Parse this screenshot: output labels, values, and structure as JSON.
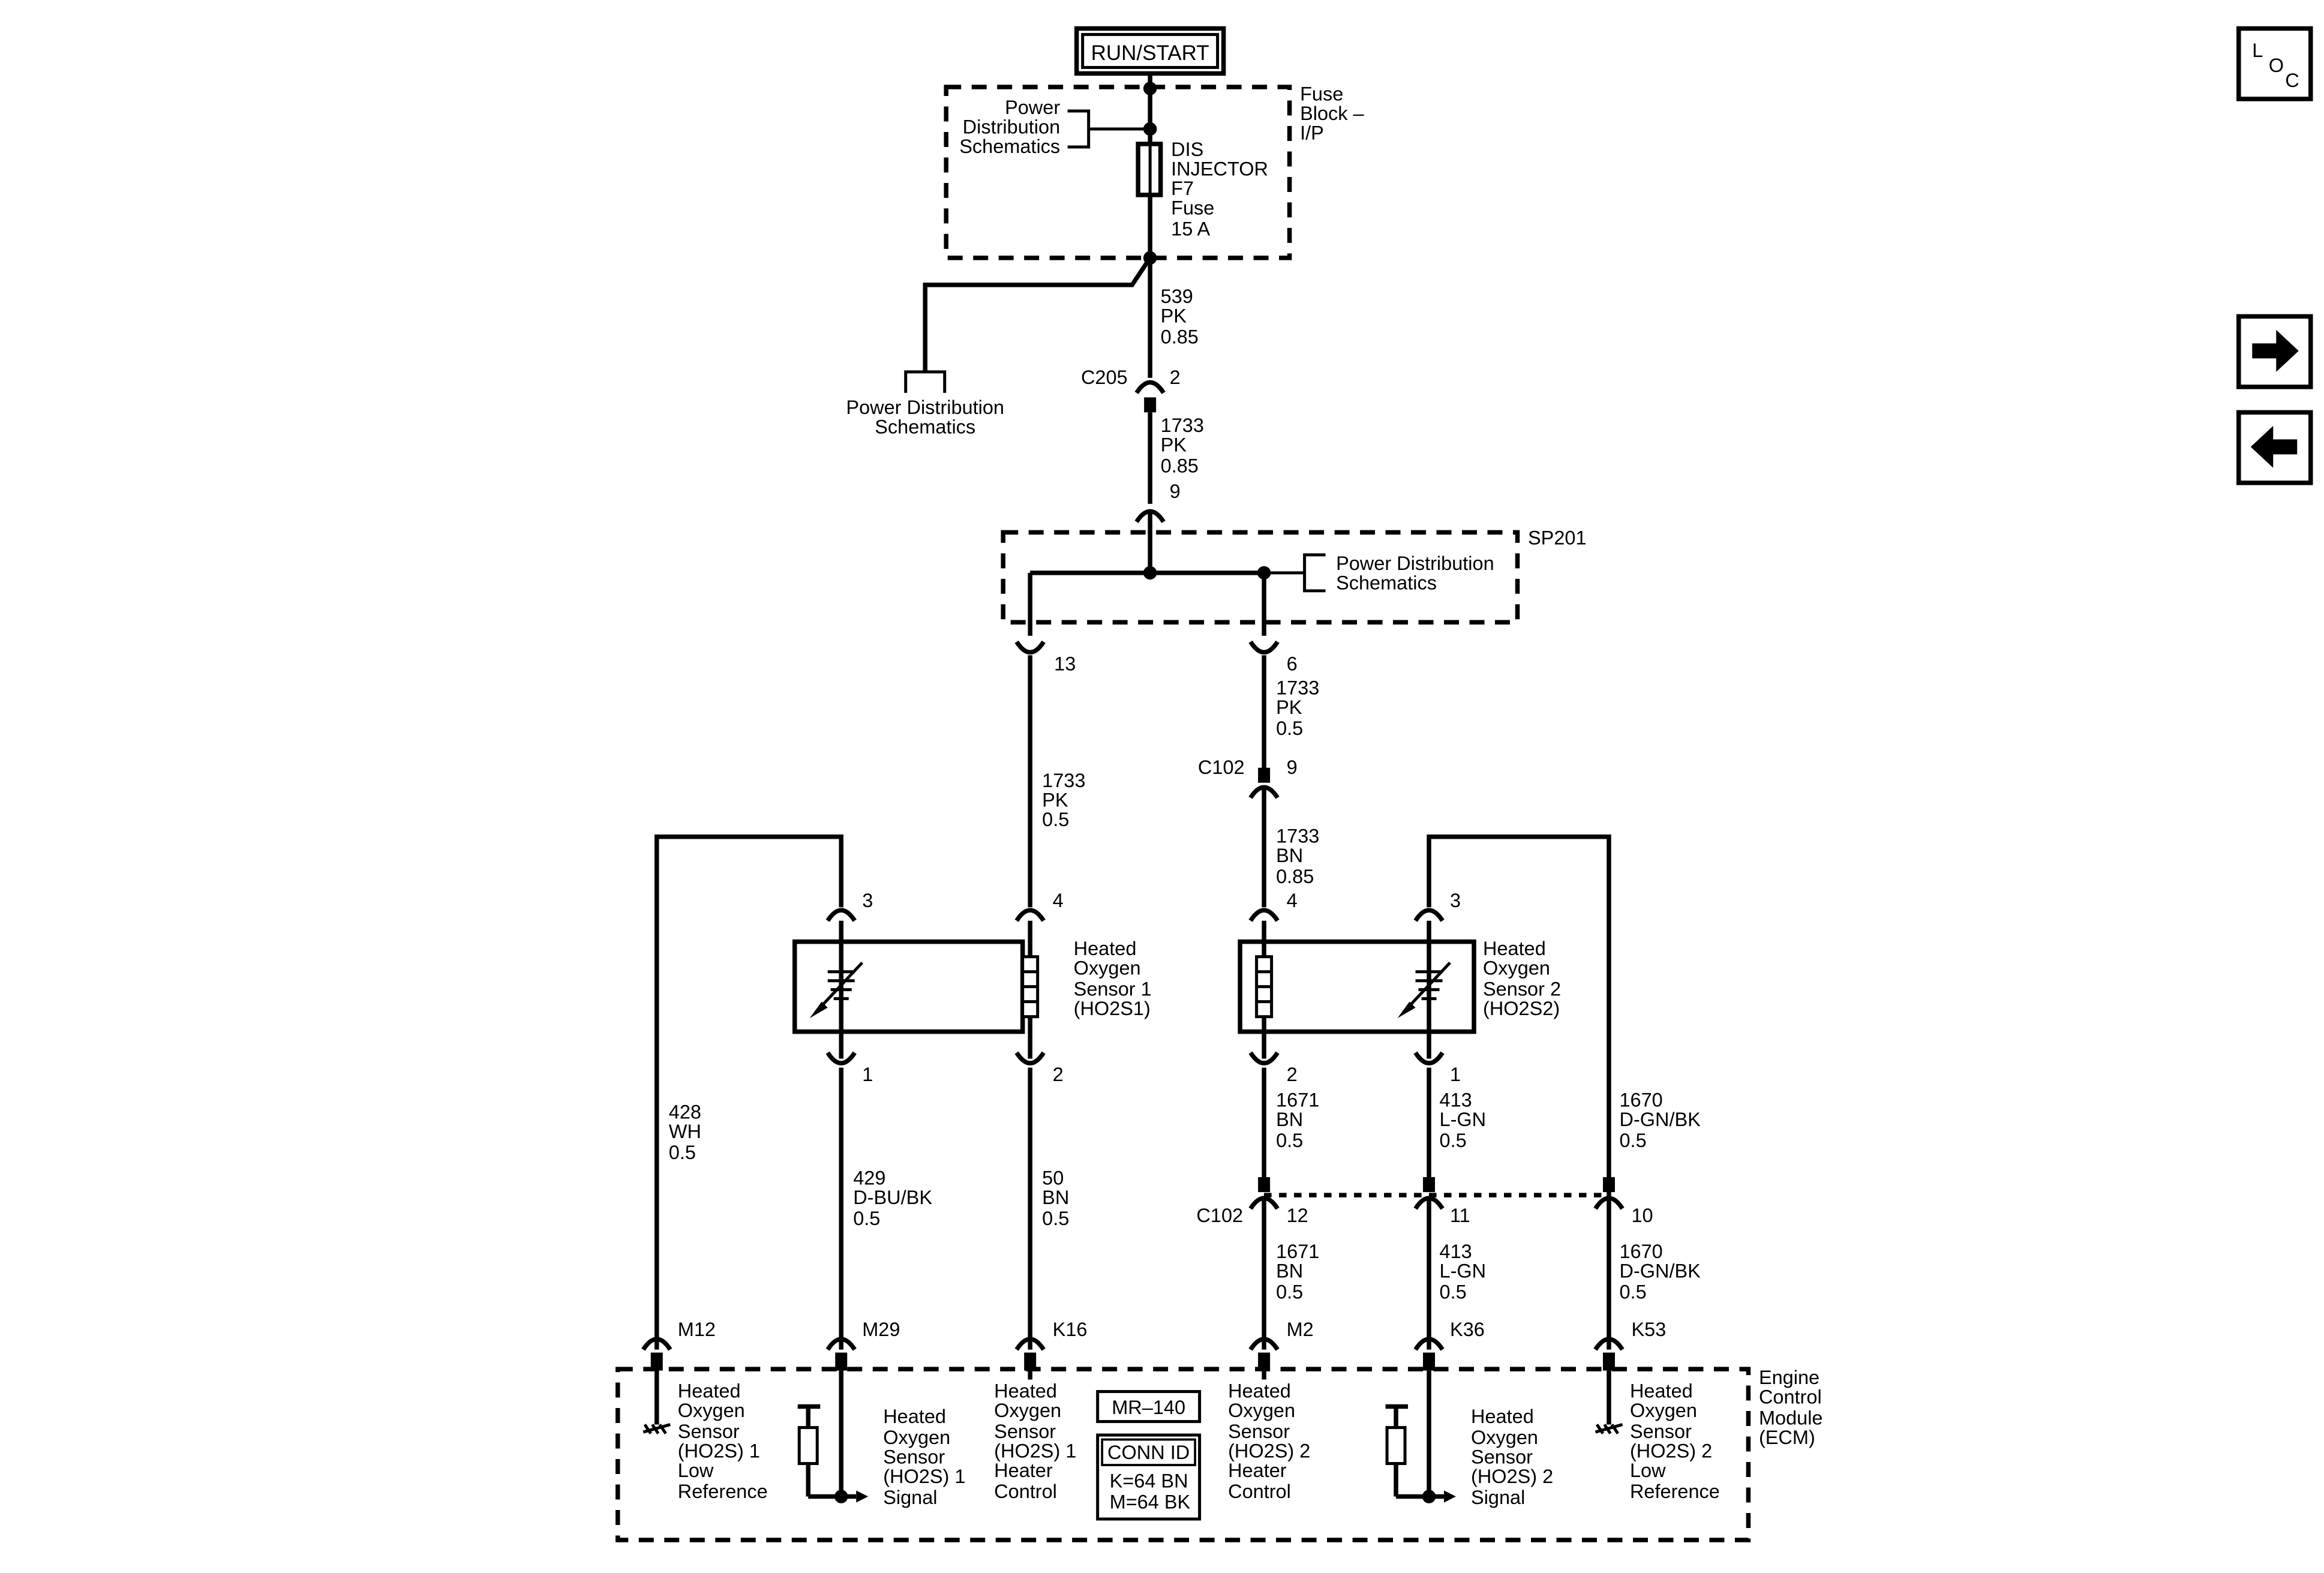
{
  "power": {
    "run_start": "RUN/START"
  },
  "fuse_block": {
    "label": [
      "Fuse",
      "Block –",
      "I/P"
    ],
    "pd_ref": [
      "Power",
      "Distribution",
      "Schematics"
    ],
    "fuse": [
      "DIS",
      "INJECTOR",
      "F7",
      "Fuse",
      "15 A"
    ]
  },
  "pd_schematics_left": [
    "Power Distribution",
    "Schematics"
  ],
  "wire_539": [
    "539",
    "PK",
    "0.85"
  ],
  "c205": {
    "name": "C205",
    "pin": "2"
  },
  "wire_1733a": [
    "1733",
    "PK",
    "0.85"
  ],
  "sp201": {
    "name": "SP201",
    "pin_in": "9",
    "pd_ref": [
      "Power Distribution",
      "Schematics"
    ],
    "pin_left": "13",
    "pin_right": "6"
  },
  "wire_1733_left": [
    "1733",
    "PK",
    "0.5"
  ],
  "wire_1733_right": [
    "1733",
    "PK",
    "0.5"
  ],
  "c102_top": {
    "name": "C102",
    "pin": "9"
  },
  "wire_1733_bn": [
    "1733",
    "BN",
    "0.85"
  ],
  "sensor1": {
    "label": [
      "Heated",
      "Oxygen",
      "Sensor 1",
      "(HO2S1)"
    ],
    "pins": {
      "p3": "3",
      "p4": "4",
      "p1": "1",
      "p2": "2"
    }
  },
  "sensor2": {
    "label": [
      "Heated",
      "Oxygen",
      "Sensor 2",
      "(HO2S2)"
    ],
    "pins": {
      "p4": "4",
      "p3": "3",
      "p2": "2",
      "p1": "1"
    }
  },
  "wires_lower": {
    "w428": [
      "428",
      "WH",
      "0.5"
    ],
    "w429": [
      "429",
      "D-BU/BK",
      "0.5"
    ],
    "w50": [
      "50",
      "BN",
      "0.5"
    ],
    "w1671a": [
      "1671",
      "BN",
      "0.5"
    ],
    "w413a": [
      "413",
      "L-GN",
      "0.5"
    ],
    "w1670a": [
      "1670",
      "D-GN/BK",
      "0.5"
    ],
    "w1671b": [
      "1671",
      "BN",
      "0.5"
    ],
    "w413b": [
      "413",
      "L-GN",
      "0.5"
    ],
    "w1670b": [
      "1670",
      "D-GN/BK",
      "0.5"
    ]
  },
  "c102_bottom": {
    "name": "C102",
    "p12": "12",
    "p11": "11",
    "p10": "10"
  },
  "ecm": {
    "label": [
      "Engine",
      "Control",
      "Module",
      "(ECM)"
    ],
    "pins": [
      "M12",
      "M29",
      "K16",
      "M2",
      "K36",
      "K53"
    ],
    "mr": "MR–140",
    "conn_id": "CONN ID",
    "conn_lines": [
      "K=64 BN",
      "M=64 BK"
    ],
    "func1": [
      "Heated",
      "Oxygen",
      "Sensor",
      "(HO2S) 1",
      "Low",
      "Reference"
    ],
    "func2": [
      "Heated",
      "Oxygen",
      "Sensor",
      "(HO2S) 1",
      "Signal"
    ],
    "func3": [
      "Heated",
      "Oxygen",
      "Sensor",
      "(HO2S) 1",
      "Heater",
      "Control"
    ],
    "func4": [
      "Heated",
      "Oxygen",
      "Sensor",
      "(HO2S) 2",
      "Heater",
      "Control"
    ],
    "func5": [
      "Heated",
      "Oxygen",
      "Sensor",
      "(HO2S) 2",
      "Signal"
    ],
    "func6": [
      "Heated",
      "Oxygen",
      "Sensor",
      "(HO2S) 2",
      "Low",
      "Reference"
    ]
  },
  "nav": {
    "loc": [
      "L",
      "O",
      "C"
    ],
    "next_icon": "arrow-right-icon",
    "prev_icon": "arrow-left-icon"
  }
}
